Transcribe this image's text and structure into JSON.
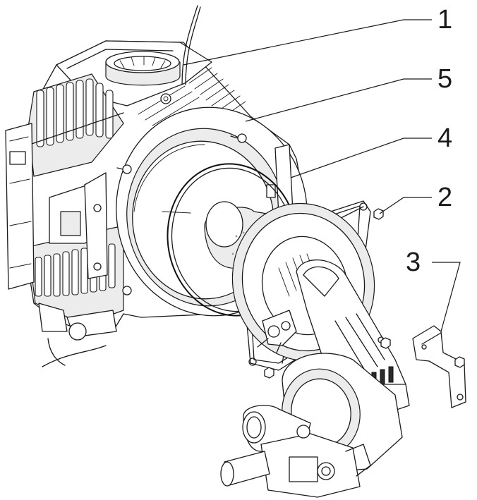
{
  "callouts": [
    {
      "id": "1",
      "label": "1"
    },
    {
      "id": "5",
      "label": "5"
    },
    {
      "id": "4",
      "label": "4"
    },
    {
      "id": "2",
      "label": "2"
    },
    {
      "id": "3",
      "label": "3"
    }
  ],
  "colors": {
    "line": "#1a1a1a",
    "background": "#ffffff",
    "shade": "#ececec"
  }
}
